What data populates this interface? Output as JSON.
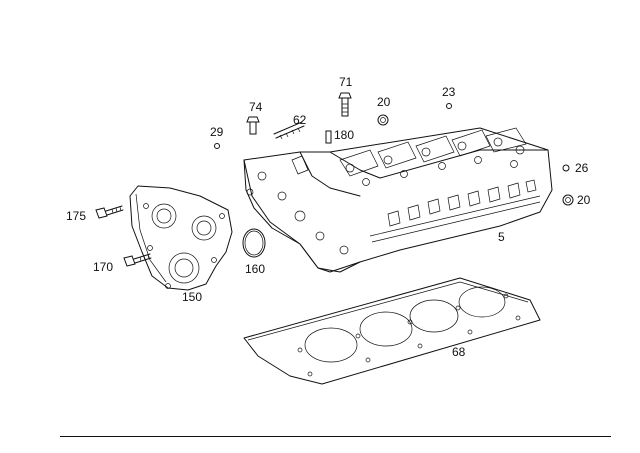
{
  "callouts": {
    "c71": "71",
    "c74": "74",
    "c62": "62",
    "c20a": "20",
    "c23": "23",
    "c29": "29",
    "c180": "180",
    "c26": "26",
    "c20b": "20",
    "c175": "175",
    "c5": "5",
    "c170": "170",
    "c160": "160",
    "c150": "150",
    "c68": "68"
  }
}
